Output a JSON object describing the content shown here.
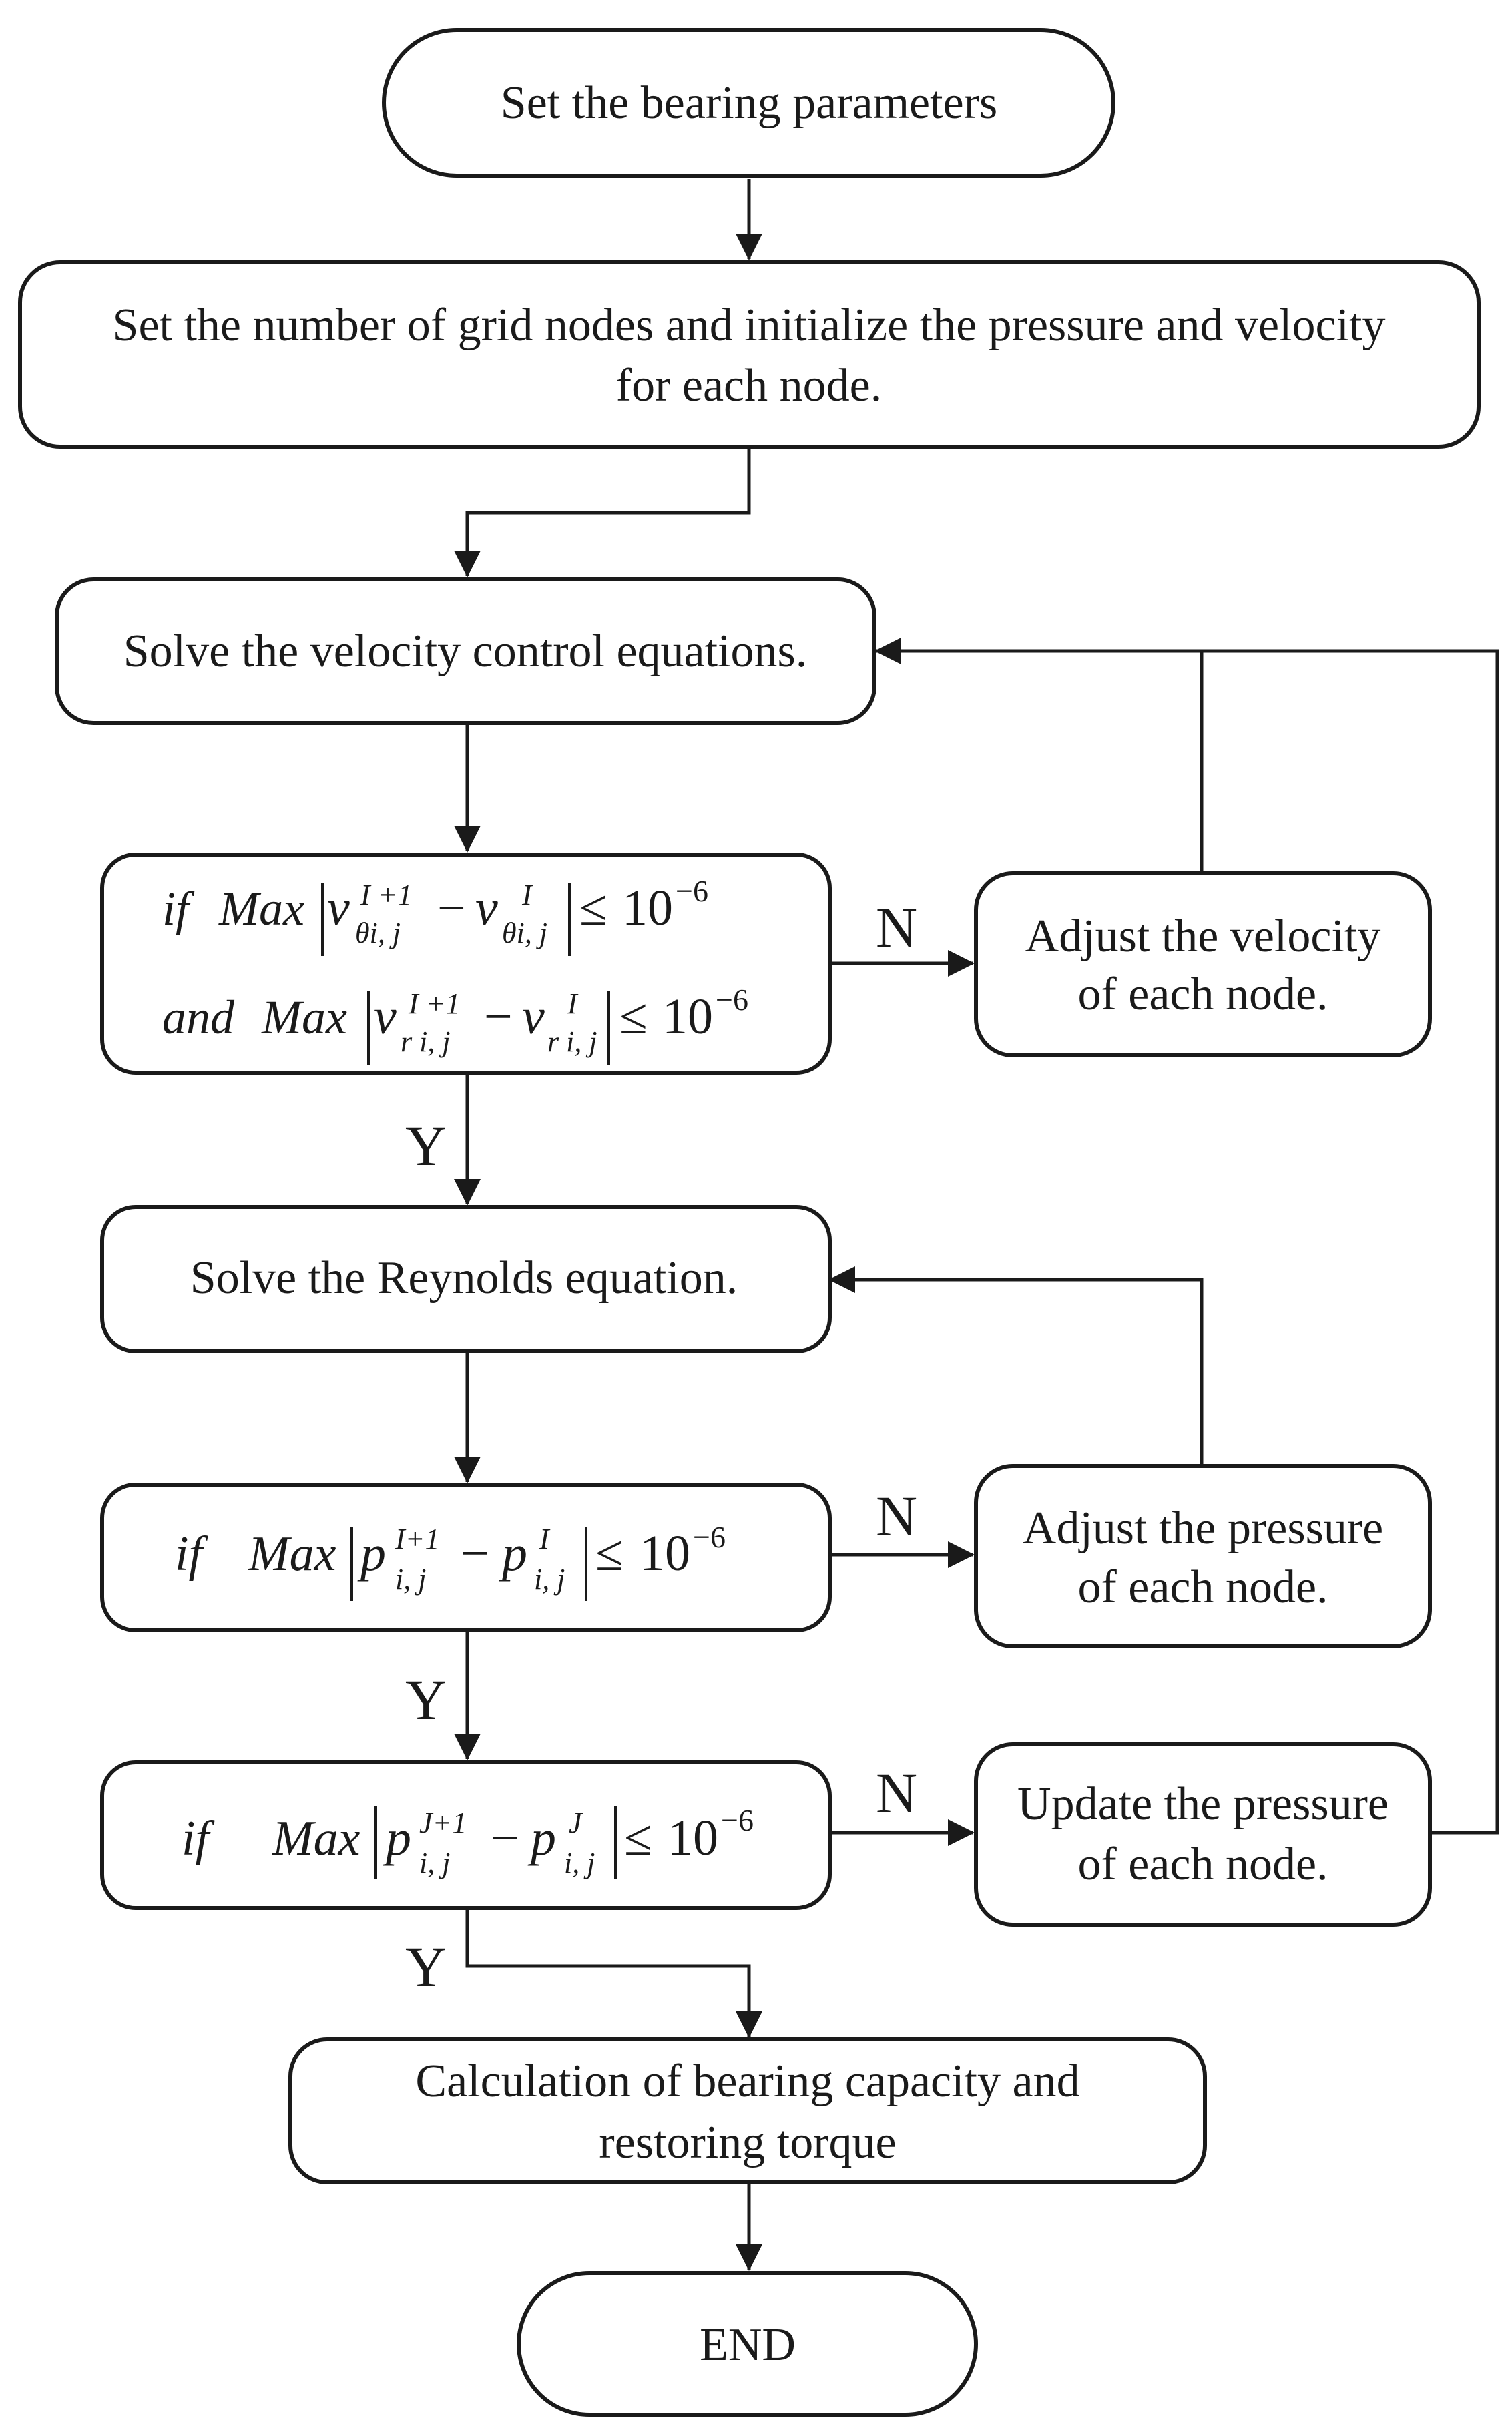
{
  "nodes": {
    "start": "Set the bearing parameters",
    "init_line1": "Set the number of grid nodes and initialize the pressure and velocity",
    "init_line2": "for each node.",
    "solve_velocity": "Solve the velocity control equations.",
    "adjust_velocity_line1": "Adjust the velocity",
    "adjust_velocity_line2": "of each node.",
    "solve_reynolds": "Solve the Reynolds equation.",
    "adjust_pressure_line1": "Adjust the pressure",
    "adjust_pressure_line2": "of each node.",
    "update_pressure_line1": "Update the pressure",
    "update_pressure_line2": "of each node.",
    "calc_line1": "Calculation of bearing capacity and",
    "calc_line2": "restoring torque",
    "end": "END"
  },
  "conditions": {
    "velocity": {
      "line1_prefix": "if",
      "line2_prefix": "and",
      "max_label": "Max",
      "theta_var": "v",
      "theta_sub": "θi, j",
      "r_var": "v",
      "r_sub": "r i, j",
      "sup_next": "I +1",
      "sup_cur": "I",
      "minus": "−",
      "leq": "≤",
      "bound_base": "10",
      "bound_exp": "−6"
    },
    "pressure_inner": {
      "prefix": "if",
      "max_label": "Max",
      "var": "p",
      "sub": "i, j",
      "sup_next": "I+1",
      "sup_cur": "I",
      "minus": "−",
      "leq": "≤",
      "bound_base": "10",
      "bound_exp": "−6"
    },
    "pressure_outer": {
      "prefix": "if",
      "max_label": "Max",
      "var": "p",
      "sub": "i, j",
      "sup_next": "J+1",
      "sup_cur": "J",
      "minus": "−",
      "leq": "≤",
      "bound_base": "10",
      "bound_exp": "−6"
    }
  },
  "branch_labels": {
    "no": "N",
    "yes": "Y"
  }
}
